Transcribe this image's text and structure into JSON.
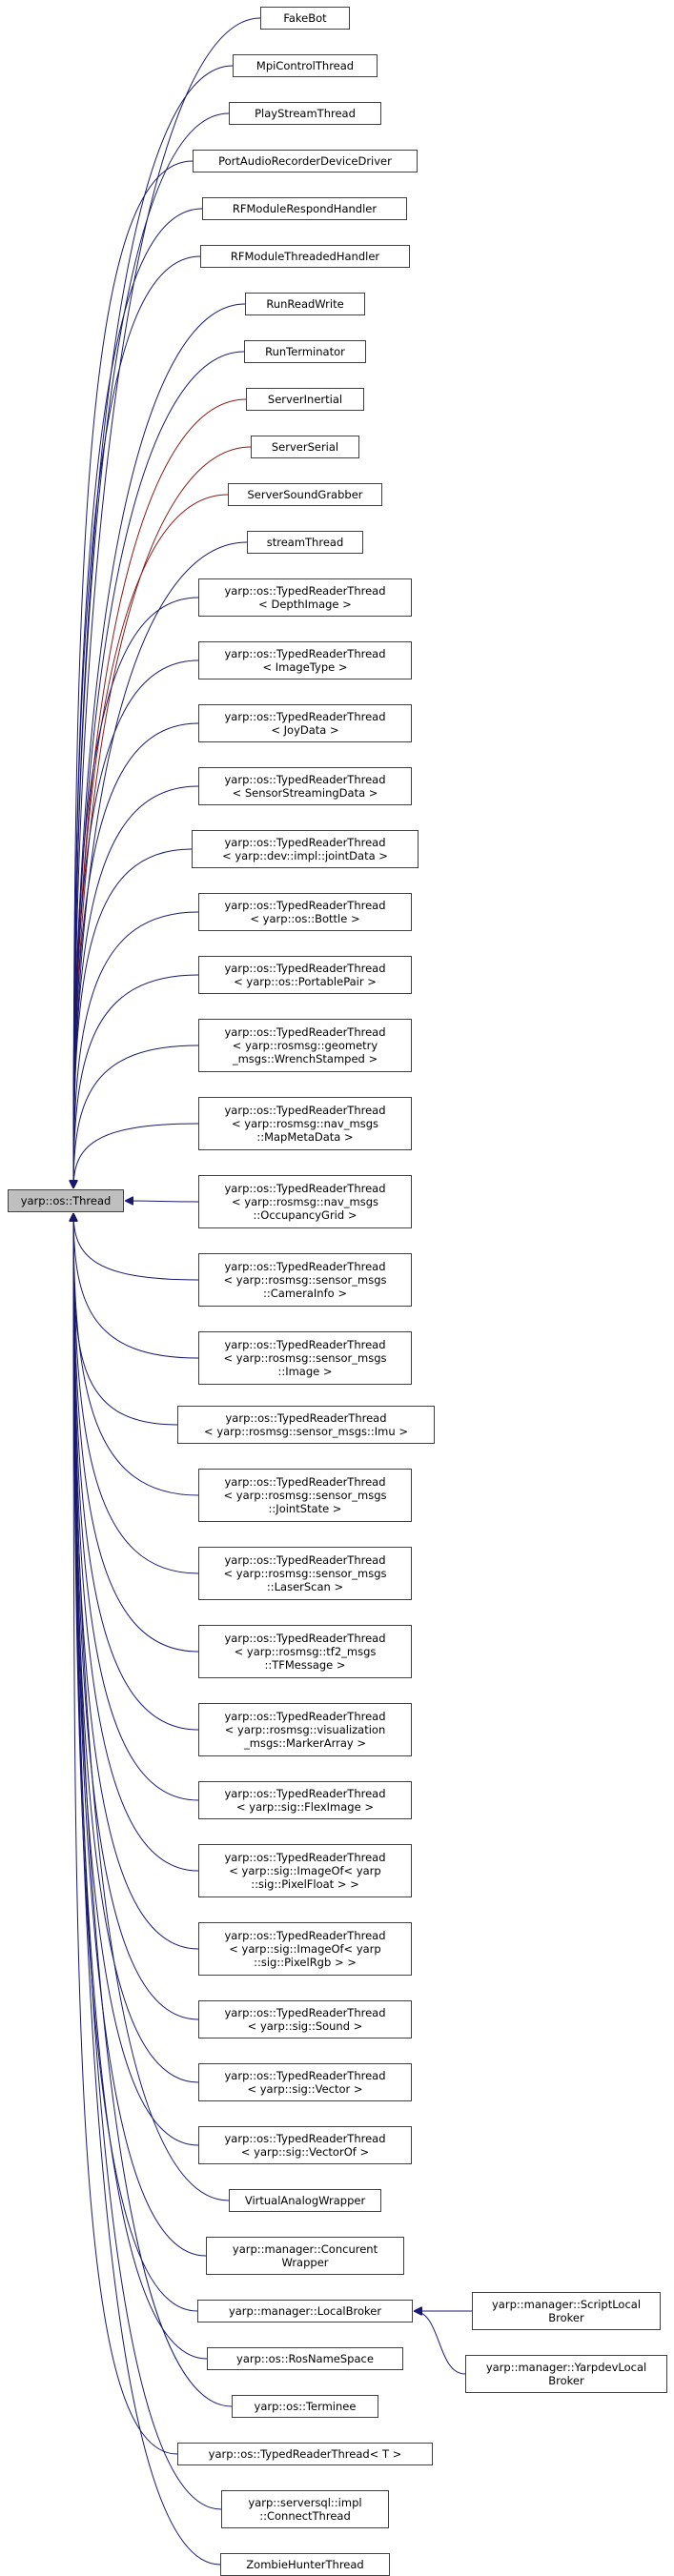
{
  "diagram": {
    "title": "",
    "colors": {
      "public_edge": "#191970",
      "protected_edge": "#8b1a1a",
      "node_border": "#404040",
      "root_fill": "#bfbfbf"
    },
    "root": {
      "id": "thread",
      "lines": [
        "yarp::os::Thread"
      ]
    },
    "nodes": [
      {
        "id": "fakebot",
        "lines": [
          "FakeBot"
        ]
      },
      {
        "id": "mpi",
        "lines": [
          "MpiControlThread"
        ]
      },
      {
        "id": "playstream",
        "lines": [
          "PlayStreamThread"
        ]
      },
      {
        "id": "portaudio",
        "lines": [
          "PortAudioRecorderDeviceDriver"
        ]
      },
      {
        "id": "rfrespond",
        "lines": [
          "RFModuleRespondHandler"
        ]
      },
      {
        "id": "rfthreaded",
        "lines": [
          "RFModuleThreadedHandler"
        ]
      },
      {
        "id": "runreadwrite",
        "lines": [
          "RunReadWrite"
        ]
      },
      {
        "id": "runterminator",
        "lines": [
          "RunTerminator"
        ]
      },
      {
        "id": "serverinertial",
        "lines": [
          "ServerInertial"
        ],
        "edge": "protected"
      },
      {
        "id": "serverserial",
        "lines": [
          "ServerSerial"
        ],
        "edge": "protected"
      },
      {
        "id": "serversound",
        "lines": [
          "ServerSoundGrabber"
        ],
        "edge": "protected"
      },
      {
        "id": "streamthread",
        "lines": [
          "streamThread"
        ]
      },
      {
        "id": "trt_depth",
        "lines": [
          "yarp::os::TypedReaderThread",
          "< DepthImage >"
        ]
      },
      {
        "id": "trt_imagetype",
        "lines": [
          "yarp::os::TypedReaderThread",
          "< ImageType >"
        ]
      },
      {
        "id": "trt_joy",
        "lines": [
          "yarp::os::TypedReaderThread",
          "< JoyData >"
        ]
      },
      {
        "id": "trt_sensor",
        "lines": [
          "yarp::os::TypedReaderThread",
          "< SensorStreamingData >"
        ]
      },
      {
        "id": "trt_jointdata",
        "lines": [
          "yarp::os::TypedReaderThread",
          "< yarp::dev::impl::jointData >"
        ]
      },
      {
        "id": "trt_bottle",
        "lines": [
          "yarp::os::TypedReaderThread",
          "< yarp::os::Bottle >"
        ]
      },
      {
        "id": "trt_portable",
        "lines": [
          "yarp::os::TypedReaderThread",
          "< yarp::os::PortablePair >"
        ]
      },
      {
        "id": "trt_wrench",
        "lines": [
          "yarp::os::TypedReaderThread",
          "< yarp::rosmsg::geometry",
          "_msgs::WrenchStamped >"
        ]
      },
      {
        "id": "trt_mapmeta",
        "lines": [
          "yarp::os::TypedReaderThread",
          "< yarp::rosmsg::nav_msgs",
          "::MapMetaData >"
        ]
      },
      {
        "id": "trt_occupancy",
        "lines": [
          "yarp::os::TypedReaderThread",
          "< yarp::rosmsg::nav_msgs",
          "::OccupancyGrid >"
        ]
      },
      {
        "id": "trt_camerainfo",
        "lines": [
          "yarp::os::TypedReaderThread",
          "< yarp::rosmsg::sensor_msgs",
          "::CameraInfo >"
        ]
      },
      {
        "id": "trt_image",
        "lines": [
          "yarp::os::TypedReaderThread",
          "< yarp::rosmsg::sensor_msgs",
          "::Image >"
        ]
      },
      {
        "id": "trt_imu",
        "lines": [
          "yarp::os::TypedReaderThread",
          "< yarp::rosmsg::sensor_msgs::Imu >"
        ]
      },
      {
        "id": "trt_jointstate",
        "lines": [
          "yarp::os::TypedReaderThread",
          "< yarp::rosmsg::sensor_msgs",
          "::JointState >"
        ]
      },
      {
        "id": "trt_laserscan",
        "lines": [
          "yarp::os::TypedReaderThread",
          "< yarp::rosmsg::sensor_msgs",
          "::LaserScan >"
        ]
      },
      {
        "id": "trt_tfmessage",
        "lines": [
          "yarp::os::TypedReaderThread",
          "< yarp::rosmsg::tf2_msgs",
          "::TFMessage >"
        ]
      },
      {
        "id": "trt_marker",
        "lines": [
          "yarp::os::TypedReaderThread",
          "< yarp::rosmsg::visualization",
          "_msgs::MarkerArray >"
        ]
      },
      {
        "id": "trt_flex",
        "lines": [
          "yarp::os::TypedReaderThread",
          "< yarp::sig::FlexImage >"
        ]
      },
      {
        "id": "trt_pixelfloat",
        "lines": [
          "yarp::os::TypedReaderThread",
          "< yarp::sig::ImageOf< yarp",
          "::sig::PixelFloat > >"
        ]
      },
      {
        "id": "trt_pixelrgb",
        "lines": [
          "yarp::os::TypedReaderThread",
          "< yarp::sig::ImageOf< yarp",
          "::sig::PixelRgb > >"
        ]
      },
      {
        "id": "trt_sound",
        "lines": [
          "yarp::os::TypedReaderThread",
          "< yarp::sig::Sound >"
        ]
      },
      {
        "id": "trt_vector",
        "lines": [
          "yarp::os::TypedReaderThread",
          "< yarp::sig::Vector >"
        ]
      },
      {
        "id": "trt_vectorof",
        "lines": [
          "yarp::os::TypedReaderThread",
          "< yarp::sig::VectorOf >"
        ]
      },
      {
        "id": "virtualanalog",
        "lines": [
          "VirtualAnalogWrapper"
        ]
      },
      {
        "id": "concurent",
        "lines": [
          "yarp::manager::Concurent",
          "Wrapper"
        ]
      },
      {
        "id": "localbroker",
        "lines": [
          "yarp::manager::LocalBroker"
        ]
      },
      {
        "id": "scriptlocal",
        "lines": [
          "yarp::manager::ScriptLocal",
          "Broker"
        ],
        "parent": "localbroker"
      },
      {
        "id": "yarpdevlocal",
        "lines": [
          "yarp::manager::YarpdevLocal",
          "Broker"
        ],
        "parent": "localbroker"
      },
      {
        "id": "rosnamespace",
        "lines": [
          "yarp::os::RosNameSpace"
        ]
      },
      {
        "id": "terminee",
        "lines": [
          "yarp::os::Terminee"
        ]
      },
      {
        "id": "trt_t",
        "lines": [
          "yarp::os::TypedReaderThread< T >"
        ]
      },
      {
        "id": "connectthread",
        "lines": [
          "yarp::serversql::impl",
          "::ConnectThread"
        ]
      },
      {
        "id": "zombie",
        "lines": [
          "ZombieHunterThread"
        ]
      }
    ]
  }
}
